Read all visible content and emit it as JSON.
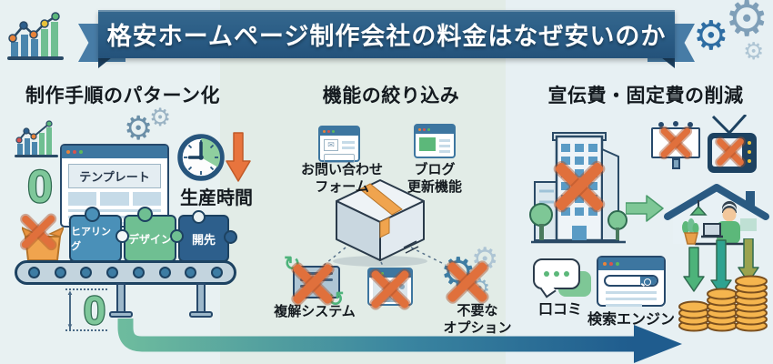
{
  "banner": {
    "title": "格安ホームページ制作会社の料金はなぜ安いのか"
  },
  "columns": [
    {
      "header": "制作手順のパターン化",
      "zero_cost": "0",
      "zero_dimension": "0",
      "template_window": {
        "title_label": "テンプレート"
      },
      "production_time_label": "生産時間",
      "puzzle_steps": [
        "ヒアリング",
        "デザイン",
        "開先"
      ]
    },
    {
      "header": "機能の絞り込み",
      "kept_features": [
        {
          "line1": "お問い合わせ",
          "line2": "フォーム"
        },
        {
          "line1": "ブログ",
          "line2": "更新機能"
        }
      ],
      "removed_features": [
        {
          "label": "複解システム"
        },
        {
          "line1": "不要な",
          "line2": "オプション"
        }
      ]
    },
    {
      "header": "宣伝費・固定費の削減",
      "word_of_mouth_label": "口コミ",
      "search_engine_label": "検索エンジン"
    }
  ],
  "icons": {
    "gear": "⚙",
    "refresh_cw": "↻",
    "refresh_ccw": "↺",
    "envelope": "✉",
    "tri_up": "▲",
    "tri_down": "▼"
  },
  "colors": {
    "banner_blue": "#2a5c85",
    "ribbon_tail": "#477ca6",
    "x_orange": "#e0703c",
    "arrow_orange": "#e8743d",
    "teal_green": "#68b99c",
    "dark_blue": "#1f5c8e",
    "puzzle_blue": "#4a90b8",
    "puzzle_green": "#6fbf92",
    "puzzle_navy": "#2d5f8c",
    "coin_gold": "#f3b04a",
    "leaf_green": "#7ec796"
  }
}
